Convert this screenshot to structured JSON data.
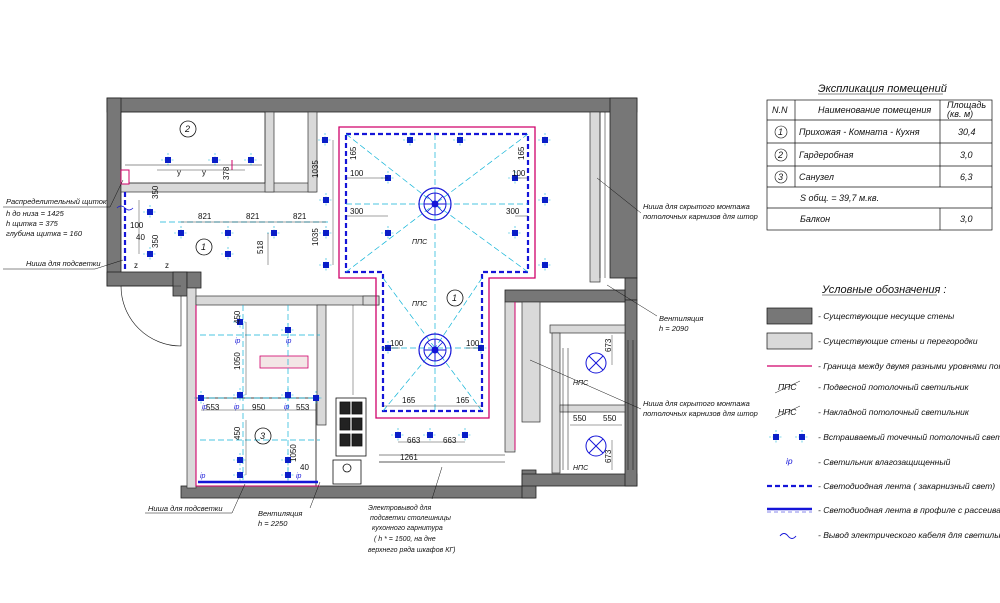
{
  "explication": {
    "title": "Экспликация помещений",
    "header_num": "N.N",
    "header_name": "Наименование помещения",
    "header_area_1": "Площадь",
    "header_area_2": "(кв. м)",
    "rows": [
      {
        "num": "1",
        "name": "Прихожая - Комната - Кухня",
        "area": "30,4"
      },
      {
        "num": "2",
        "name": "Гардеробная",
        "area": "3,0"
      },
      {
        "num": "3",
        "name": "Санузел",
        "area": "6,3"
      }
    ],
    "total": "S общ. = 39,7 м.кв.",
    "balcony_name": "Балкон",
    "balcony_area": "3,0"
  },
  "legend": {
    "title": "Условные обозначения :",
    "items": [
      {
        "text": "- Существующие несущие стены"
      },
      {
        "text": "- Существующие стены и перегородки"
      },
      {
        "text": "- Граница между двумя разными уровнями потолка"
      },
      {
        "symbol": "ППС",
        "text": "- Подвесной потолочный светильник"
      },
      {
        "symbol": "НПС",
        "text": "- Накладной потолочный светильник"
      },
      {
        "text": "- Встраиваемый точечный потолочный светильник"
      },
      {
        "symbol": "ip",
        "text": "- Светильник влагозащищенный"
      },
      {
        "text": "- Светодиодная лента  ( закарнизный свет)"
      },
      {
        "text": "- Светодиодная лента в профиле с рассеивателем"
      },
      {
        "text": "- Вывод электрического кабеля для светильника"
      }
    ]
  },
  "callouts": {
    "panel_1": "Распределительный щиток",
    "panel_2": "h до низа = 1425",
    "panel_3": "h щитка = 375",
    "panel_4": "глубина щитка = 160",
    "niche_left": "Ниша для подсветки",
    "niche_bottom": "Ниша для подсветки",
    "curtain_1a": "Ниша для скрытого монтажа",
    "curtain_1b": "потолочных карнизов для штор",
    "curtain_2a": "Ниша для скрытого монтажа",
    "curtain_2b": "потолочных карнизов для штор",
    "vent_right_1": "Вентиляция",
    "vent_right_2": "h = 2090",
    "vent_bottom_1": "Вентиляция",
    "vent_bottom_2": "h = 2250",
    "elec_1": "Электровывод для",
    "elec_2": "подсветки столешницы",
    "elec_3": "кухонного гарнитура",
    "elec_4": "( h * = 1500, на дне",
    "elec_5": "верхнего ряда шкафов КГ)"
  },
  "rooms": {
    "r1a": "1",
    "r1b": "1",
    "r2": "2",
    "r3": "3"
  },
  "fixtures": {
    "pps_a": "ППС",
    "pps_b": "ППС",
    "nps_a": "НПС",
    "nps_b": "НПС"
  },
  "dims": {
    "d821a": "821",
    "d821b": "821",
    "d821c": "821",
    "d518": "518",
    "d350a": "350",
    "d350b": "350",
    "d100a": "100",
    "d40a": "40",
    "dz1": "z",
    "dz2": "z",
    "dy1": "y",
    "dy2": "y",
    "d378": "378",
    "d1035a": "1035",
    "d1035b": "1035",
    "d165a": "165",
    "d165b": "165",
    "d100b": "100",
    "d100c": "100",
    "d300a": "300",
    "d300b": "300",
    "d100d": "100",
    "d100e": "100",
    "d165c": "165",
    "d165d": "165",
    "d663a": "663",
    "d663b": "663",
    "d1261": "1261",
    "d450a": "450",
    "d1050a": "1050",
    "d553a": "553",
    "d950": "950",
    "d553b": "553",
    "d450b": "450",
    "d1050b": "1050",
    "d40b": "40",
    "d673a": "673",
    "d550a": "550",
    "d550b": "550",
    "d673b": "673"
  },
  "colors": {
    "wall_bearing": "#777777",
    "wall_partition": "#d9d9d9",
    "ceiling_boundary": "#d0006a",
    "led_tape": "#1515d8",
    "spot": "#0a1ec8",
    "cyan_axis": "#10b4d8"
  }
}
